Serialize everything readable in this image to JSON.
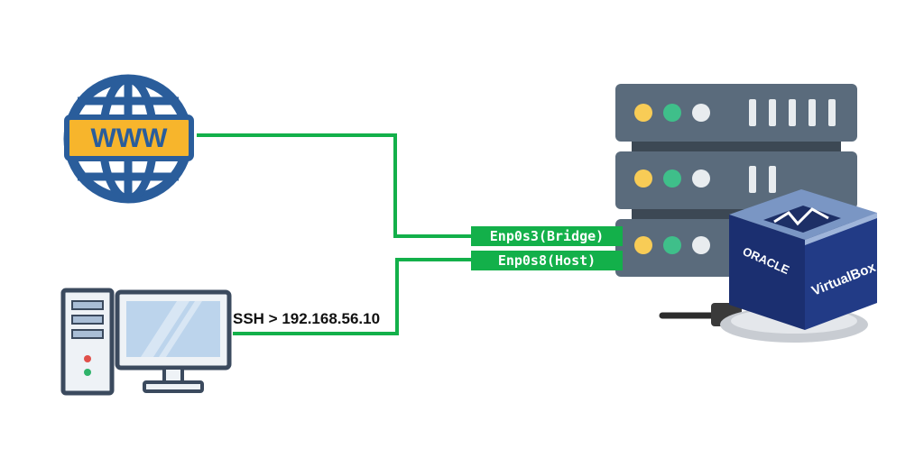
{
  "diagram": {
    "nodes": {
      "internet": {
        "badge_text": "WWW",
        "icon": "globe-icon"
      },
      "workstation": {
        "icon": "desktop-computer-icon"
      },
      "server": {
        "icon": "server-rack-icon"
      },
      "virtualbox": {
        "icon": "virtualbox-logo",
        "logo_text_side": "VirtualBox",
        "logo_text_front": "ORACLE"
      }
    },
    "interfaces": {
      "bridge": "Enp0s3(Bridge)",
      "host": "Enp0s8(Host)"
    },
    "ssh_label": "SSH > 192.168.56.10",
    "colors": {
      "link": "#13b04a",
      "globe": "#2a5d9b",
      "badge": "#f7b52c",
      "server": "#5a6b7c",
      "led_yellow": "#f8cc56",
      "led_green": "#3fbf8a",
      "led_white": "#e8ecef"
    }
  }
}
